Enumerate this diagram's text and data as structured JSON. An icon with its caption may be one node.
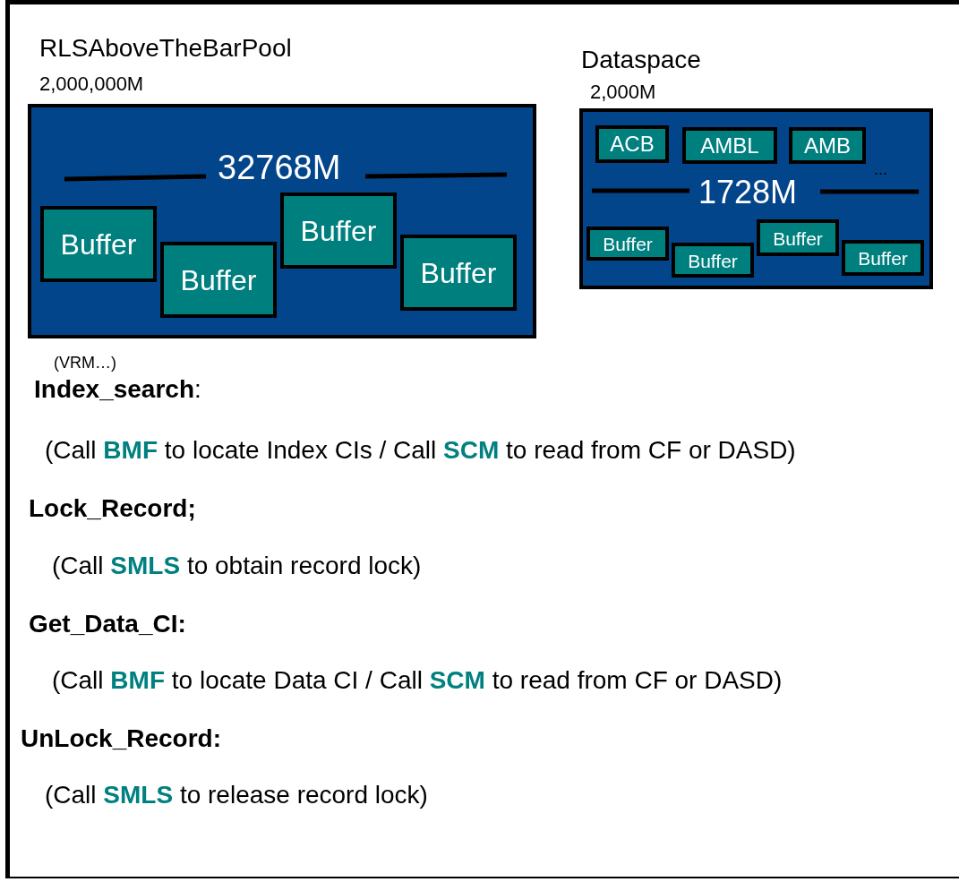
{
  "diagram": {
    "nodes": [
      {
        "text": [
          "RLSAboveTheBarPool",
          "2,000,000M"
        ]
      },
      {
        "text": [
          "Buffer"
        ],
        "in": 0
      },
      {
        "text": [
          "Buffer"
        ],
        "in": 0
      },
      {
        "text": [
          "Buffer"
        ],
        "in": 0
      },
      {
        "text": [
          "Buffer"
        ],
        "in": 0
      },
      {
        "text": [
          "Dataspace",
          "2,000M"
        ]
      },
      {
        "text": [
          "ACB"
        ],
        "in": 5
      },
      {
        "text": [
          "AMBL"
        ],
        "in": 5
      },
      {
        "text": [
          "AMB"
        ],
        "in": 5
      },
      {
        "text": [
          "Buffer"
        ],
        "in": 5
      },
      {
        "text": [
          "Buffer"
        ],
        "in": 5
      },
      {
        "text": [
          "Buffer"
        ],
        "in": 5
      },
      {
        "text": [
          "Buffer"
        ],
        "in": 5
      }
    ],
    "labels": [
      "32768M",
      "...",
      "1728M",
      "(VRM…)",
      "**Index_search**:",
      "(Call **BMF** to locate Index CIs / Call **SCM** to read from CF or DASD)",
      "Lock_Record;",
      "(Call **SMLS** to obtain record lock)",
      "Get_Data_CI:",
      "(Call **BMF** to locate Data CI / Call **SCM** to read from CF or DASD)",
      "UnLock_Record:",
      "(Call **SMLS** to release record lock)"
    ]
  }
}
